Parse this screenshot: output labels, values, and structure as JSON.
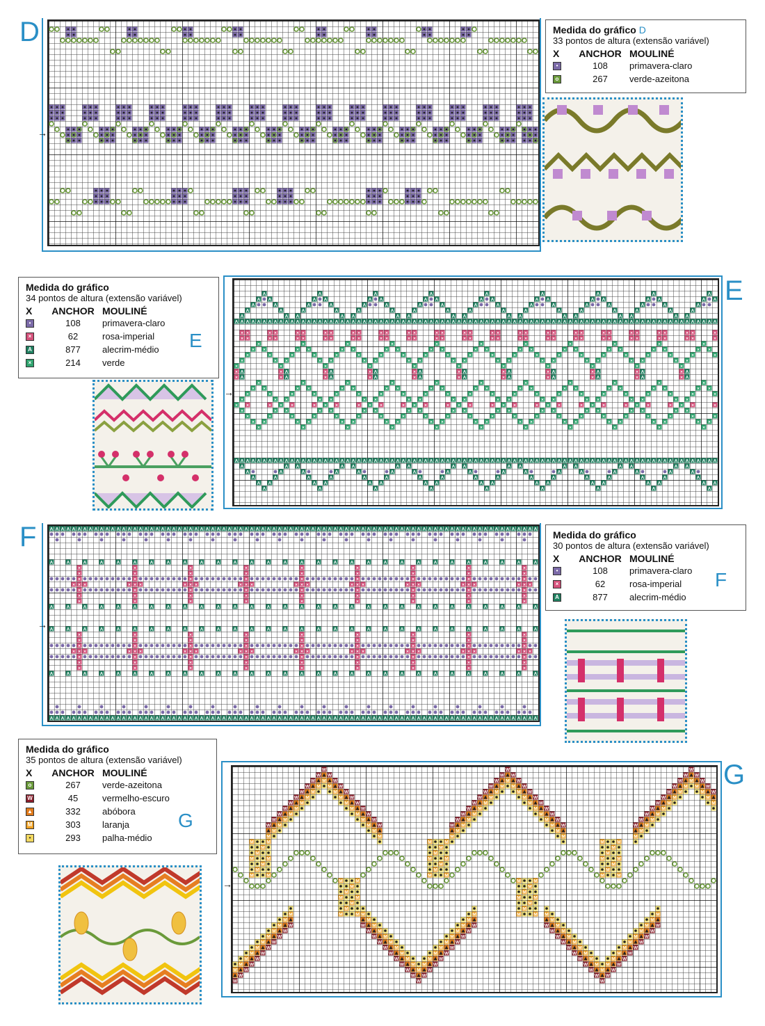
{
  "sections": {
    "D": {
      "letter": "D",
      "legend": {
        "title": "Medida do gráfico",
        "title_letter": "D",
        "subtitle": "33 pontos de altura (extensão variável)",
        "headers": [
          "X",
          "ANCHOR",
          "MOULINÉ"
        ],
        "rows": [
          {
            "symbol": "dot-square",
            "color": "#7b6aa8",
            "anchor": "108",
            "mouline": "primavera-claro"
          },
          {
            "symbol": "ring",
            "color": "#6a9a3a",
            "anchor": "267",
            "mouline": "verde-azeitona"
          }
        ]
      }
    },
    "E": {
      "letter": "E",
      "legend_letter": "E",
      "legend": {
        "title": "Medida do gráfico",
        "subtitle": "34 pontos de altura (extensão variável)",
        "headers": [
          "X",
          "ANCHOR",
          "MOULINÉ"
        ],
        "rows": [
          {
            "symbol": "dot",
            "color": "#7b6aa8",
            "anchor": "108",
            "mouline": "primavera-claro"
          },
          {
            "symbol": "x",
            "color": "#d4507a",
            "anchor": "62",
            "mouline": "rosa-imperial"
          },
          {
            "symbol": "A",
            "color": "#1f8060",
            "anchor": "877",
            "mouline": "alecrim-médio"
          },
          {
            "symbol": "x",
            "color": "#2fa36e",
            "anchor": "214",
            "mouline": "verde"
          }
        ]
      }
    },
    "F": {
      "letter": "F",
      "legend_letter": "F",
      "legend": {
        "title": "Medida do gráfico",
        "subtitle": "30 pontos de altura (extensão variável)",
        "headers": [
          "X",
          "ANCHOR",
          "MOULINÉ"
        ],
        "rows": [
          {
            "symbol": "dot",
            "color": "#7b6aa8",
            "anchor": "108",
            "mouline": "primavera-claro"
          },
          {
            "symbol": "x",
            "color": "#d4507a",
            "anchor": "62",
            "mouline": "rosa-imperial"
          },
          {
            "symbol": "A",
            "color": "#1f8060",
            "anchor": "877",
            "mouline": "alecrim-médio"
          }
        ]
      }
    },
    "G": {
      "letter": "G",
      "legend_letter": "G",
      "legend": {
        "title": "Medida do gráfico",
        "subtitle": "35 pontos de altura (extensão variável)",
        "headers": [
          "X",
          "ANCHOR",
          "MOULINÉ"
        ],
        "rows": [
          {
            "symbol": "ring",
            "color": "#6a9a3a",
            "anchor": "267",
            "mouline": "verde-azeitona"
          },
          {
            "symbol": "W",
            "color": "#8a1d2a",
            "anchor": "45",
            "mouline": "vermelho-escuro"
          },
          {
            "symbol": "tri",
            "color": "#e07a1a",
            "anchor": "332",
            "mouline": "abóbora"
          },
          {
            "symbol": "M",
            "color": "#f0a020",
            "anchor": "303",
            "mouline": "laranja"
          },
          {
            "symbol": "dot",
            "color": "#f2d860",
            "anchor": "293",
            "mouline": "palha-médio"
          }
        ]
      }
    }
  },
  "arrow_glyph": "→"
}
